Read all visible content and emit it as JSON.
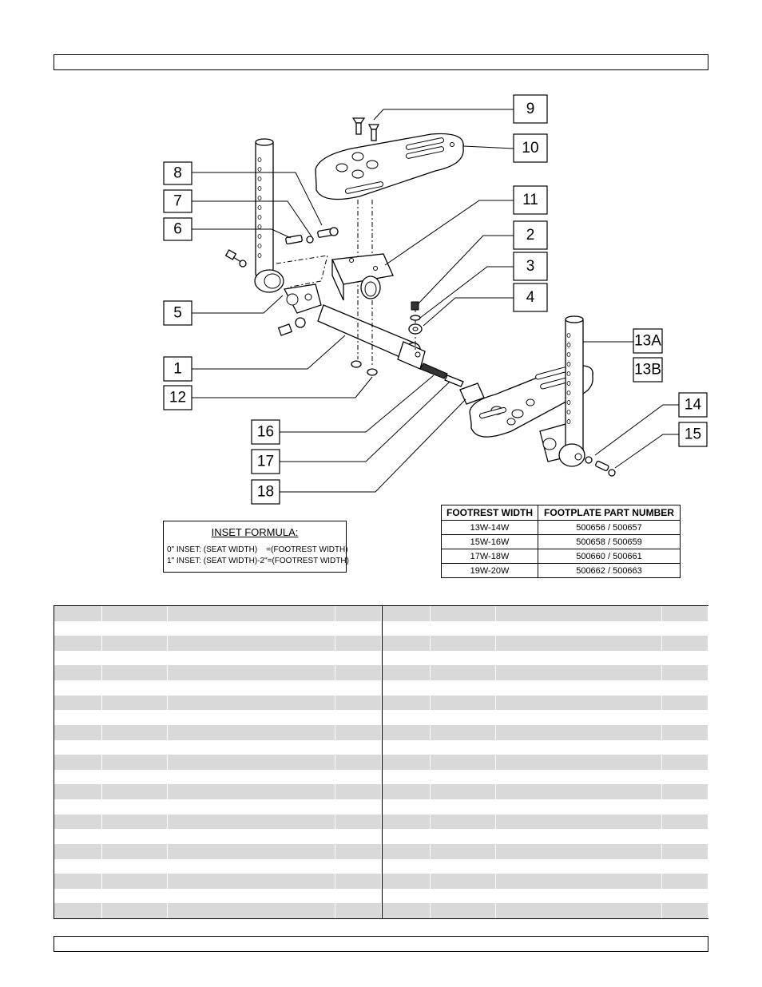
{
  "callouts": [
    "9",
    "10",
    "8",
    "7",
    "6",
    "11",
    "2",
    "3",
    "4",
    "5",
    "1",
    "12",
    "13A",
    "13B",
    "14",
    "15",
    "16",
    "17",
    "18"
  ],
  "inset_formula": {
    "title": "INSET FORMULA:",
    "line1": "0\" INSET: (SEAT WIDTH)    =(FOOTREST WIDTH)",
    "line2": "1\" INSET: (SEAT WIDTH)-2\"=(FOOTREST WIDTH)"
  },
  "footplate_table": {
    "headers": [
      "FOOTREST WIDTH",
      "FOOTPLATE PART NUMBER"
    ],
    "rows": [
      [
        "13W-14W",
        "500656 / 500657"
      ],
      [
        "15W-16W",
        "500658 / 500659"
      ],
      [
        "17W-18W",
        "500660 / 500661"
      ],
      [
        "19W-20W",
        "500662 / 500663"
      ]
    ]
  }
}
